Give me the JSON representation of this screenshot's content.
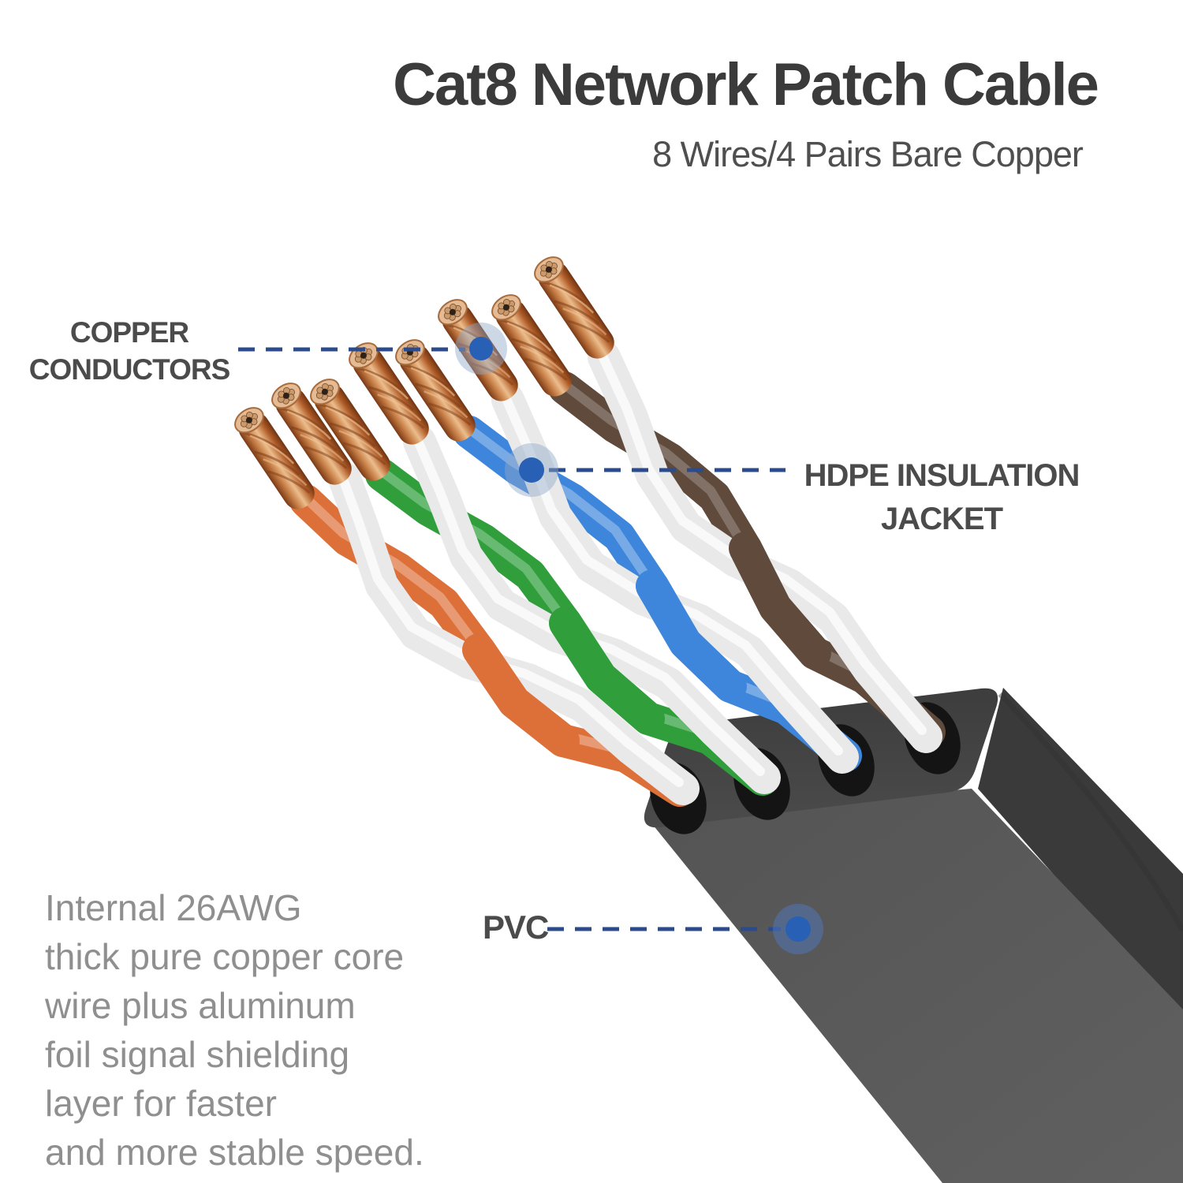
{
  "header": {
    "title": "Cat8 Network Patch Cable",
    "subtitle": "8 Wires/4 Pairs Bare Copper"
  },
  "annotations": {
    "copper_conductors": {
      "line1": "COPPER",
      "line2": "CONDUCTORS"
    },
    "hdpe": {
      "line1": "HDPE INSULATION",
      "line2": "JACKET"
    },
    "pvc": {
      "label": "PVC"
    },
    "line_color": "#2b4b8c",
    "dot_color": "#2760b4"
  },
  "description": {
    "lines": [
      "Internal 26AWG",
      "thick pure copper core",
      "wire plus aluminum",
      "foil signal shielding",
      "layer for faster",
      "and more stable speed."
    ]
  },
  "cable": {
    "pairs": [
      "orange/white",
      "green/white",
      "blue/white",
      "brown/white"
    ],
    "wire_colors": {
      "orange": "#dd6f38",
      "green": "#2f9e3b",
      "blue": "#3e86dc",
      "brown": "#5f4a3c",
      "white": "#e9e9e9"
    },
    "jacket_color": "#595959",
    "copper_color": "#c47a42"
  }
}
